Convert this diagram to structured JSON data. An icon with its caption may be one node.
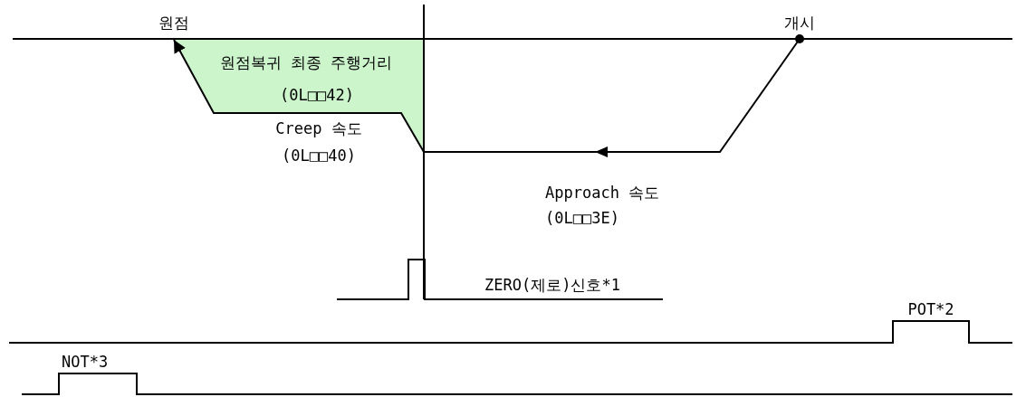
{
  "diagram": {
    "nodes": [
      {
        "text": [
          "원점"
        ]
      },
      {
        "text": [
          "개시"
        ]
      },
      {
        "text": [
          "원점복귀 최종 주행거리",
          "(0L□□42)"
        ]
      }
    ],
    "edges": [
      {
        "from": 1,
        "to": 0,
        "arrow": "to"
      }
    ],
    "labels": [
      "Creep 속도",
      "(0L□□40)",
      "Approach 속도",
      "(0L□□3E)",
      "ZERO(제로)신호*1",
      "POT*2",
      "NOT*3"
    ]
  }
}
